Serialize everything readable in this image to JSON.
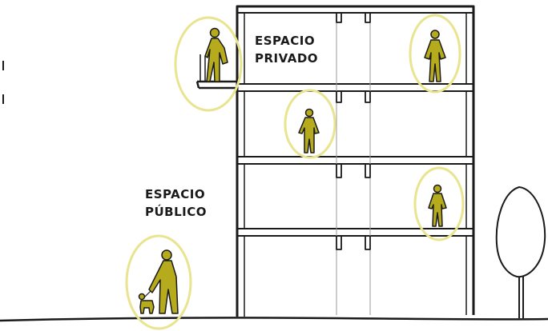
{
  "labels": {
    "private": [
      "ESPACIO",
      "PRIVADO"
    ],
    "public": [
      "ESPACIO",
      "PÚBLICO"
    ]
  },
  "colors": {
    "line": "#1a1a1a",
    "highlight": "#e9e48f",
    "figure_fill": "#b5ab1c",
    "background": "#ffffff"
  },
  "icons": [
    "person-figure",
    "dog-figure",
    "tree-icon",
    "highlight-circle"
  ]
}
